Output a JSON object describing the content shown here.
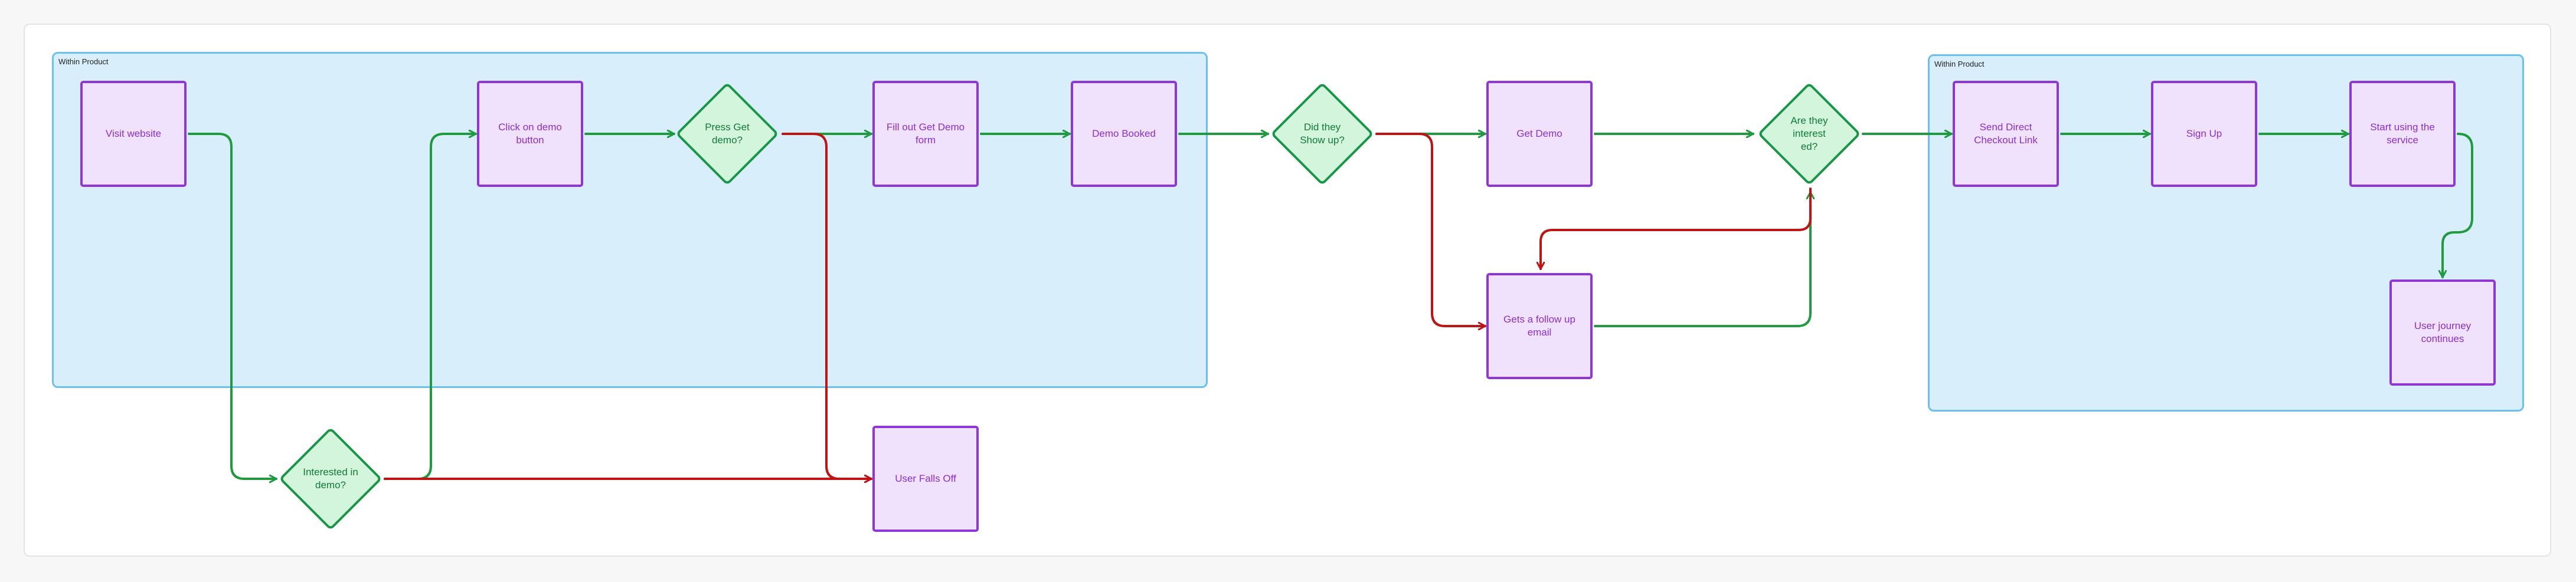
{
  "colors": {
    "canvas": "#ffffff",
    "section_fill": "#d9eefb",
    "section_border": "#6bc0ec",
    "process_fill": "#f0e1fc",
    "process_border": "#8e36d6",
    "process_text": "#8a2fd1",
    "decision_fill": "#d3f5dc",
    "decision_border": "#179646",
    "decision_text": "#117a3a",
    "yes_arrow": "#1f9a3f",
    "no_arrow": "#c01414"
  },
  "sections": [
    {
      "label": "Within Product"
    },
    {
      "label": "Within Product"
    }
  ],
  "nodes": {
    "visit_website": "Visit website",
    "click_demo_button": "Click on demo button",
    "fill_out_form": "Fill out Get Demo form",
    "demo_booked": "Demo Booked",
    "get_demo": "Get Demo",
    "follow_up_email": "Gets a follow up email",
    "user_falls_off": "User Falls Off",
    "send_checkout_link": "Send Direct Checkout Link",
    "sign_up": "Sign Up",
    "start_using": "Start using the service",
    "journey_continues": "User journey continues"
  },
  "decisions": {
    "interested_in_demo": "Interested in demo?",
    "press_get_demo": "Press Get demo?",
    "did_they_show_up": "Did they Show up?",
    "are_they_interested": "Are they interest ed?"
  }
}
